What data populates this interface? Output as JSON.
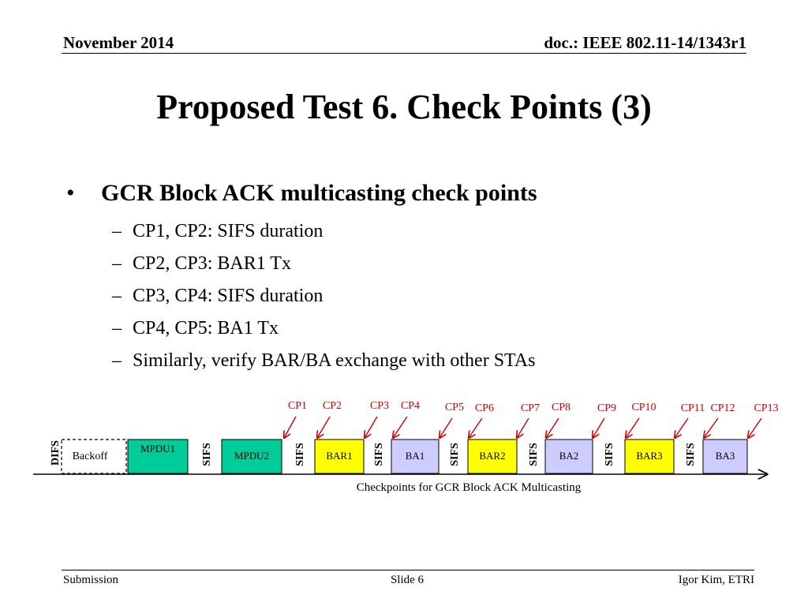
{
  "header": {
    "left": "November 2014",
    "right": "doc.: IEEE 802.11-14/1343r1"
  },
  "title": "Proposed Test 6. Check Points (3)",
  "bullet": {
    "text": "GCR Block ACK multicasting check points",
    "items": [
      "CP1, CP2: SIFS duration",
      "CP2, CP3: BAR1 Tx",
      "CP3, CP4: SIFS duration",
      "CP4, CP5: BA1 Tx",
      "Similarly, verify BAR/BA exchange with other STAs"
    ]
  },
  "diagram": {
    "difs": "DIFS",
    "backoff": "Backoff",
    "sifs": "SIFS",
    "frames": [
      {
        "label": "MPDU1",
        "kind": "mpdu"
      },
      {
        "label": "MPDU2",
        "kind": "mpdu"
      },
      {
        "label": "BAR1",
        "kind": "bar"
      },
      {
        "label": "BA1",
        "kind": "ba"
      },
      {
        "label": "BAR2",
        "kind": "bar"
      },
      {
        "label": "BA2",
        "kind": "ba"
      },
      {
        "label": "BAR3",
        "kind": "bar"
      },
      {
        "label": "BA3",
        "kind": "ba"
      }
    ],
    "checkpoints": [
      "CP1",
      "CP2",
      "CP3",
      "CP4",
      "CP5",
      "CP6",
      "CP7",
      "CP8",
      "CP9",
      "CP10",
      "CP11",
      "CP12",
      "CP13"
    ],
    "caption": "Checkpoints for GCR Block ACK Multicasting",
    "colors": {
      "mpdu": "#00cc99",
      "bar": "#ffff00",
      "ba": "#ccccff",
      "checkpoint": "#cc0000"
    }
  },
  "footer": {
    "left": "Submission",
    "center": "Slide 6",
    "right": "Igor Kim, ETRI"
  }
}
